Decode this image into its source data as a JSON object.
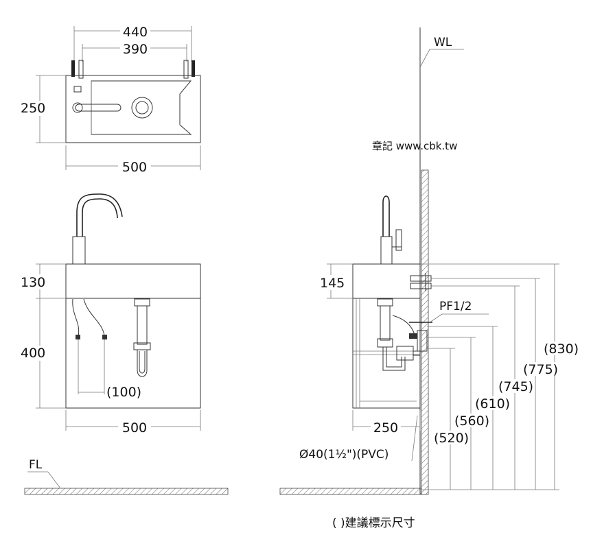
{
  "top_view": {
    "dims": {
      "width_outer": "440",
      "width_inner": "390",
      "depth": "250",
      "width_base": "500"
    }
  },
  "front_view": {
    "dims": {
      "top_height": "130",
      "cabinet_height": "400",
      "hose_spacing": "(100)",
      "width": "500"
    }
  },
  "side_view": {
    "wl_label": "WL",
    "watermark": "章記 www.cbk.tw",
    "dims": {
      "top_height": "145",
      "depth": "250"
    },
    "pipe_label": "PF1/2",
    "drain_label": "Ø40(1½\")(PVC)",
    "heights": [
      "(830)",
      "(775)",
      "(745)",
      "(610)",
      "(560)",
      "(520)"
    ]
  },
  "floor": {
    "fl_label": "FL"
  },
  "footnote": "( )建議標示尺寸"
}
